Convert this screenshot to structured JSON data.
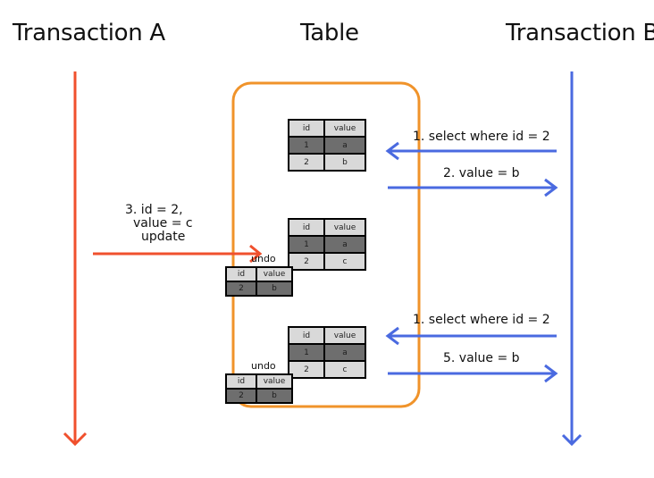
{
  "titles": {
    "transaction_a": "Transaction A",
    "table": "Table",
    "transaction_b": "Transaction B"
  },
  "colors": {
    "transaction_a_line": "#f0502d",
    "transaction_b_line": "#4a6ae0",
    "table_frame": "#f0932a",
    "row_dark": "#6e6e6e",
    "row_light": "#d9d9d9"
  },
  "steps": {
    "s1_top": "1. select where id = 2",
    "s2": "2. value = b",
    "s3_line1": "3. id = 2,",
    "s3_line2": "value = c",
    "s3_line3": "update",
    "s4": "1. select where id = 2",
    "s5": "5. value = b"
  },
  "undo_label": "undo",
  "table_header": {
    "id": "id",
    "value": "value"
  },
  "snapshots": {
    "first": {
      "rows": [
        {
          "id": "1",
          "value": "a"
        },
        {
          "id": "2",
          "value": "b"
        }
      ]
    },
    "second": {
      "rows": [
        {
          "id": "1",
          "value": "a"
        },
        {
          "id": "2",
          "value": "c"
        }
      ]
    },
    "third": {
      "rows": [
        {
          "id": "1",
          "value": "a"
        },
        {
          "id": "2",
          "value": "c"
        }
      ]
    }
  },
  "undo_records": {
    "first": {
      "rows": [
        {
          "id": "2",
          "value": "b"
        }
      ]
    },
    "second": {
      "rows": [
        {
          "id": "2",
          "value": "b"
        }
      ]
    }
  }
}
